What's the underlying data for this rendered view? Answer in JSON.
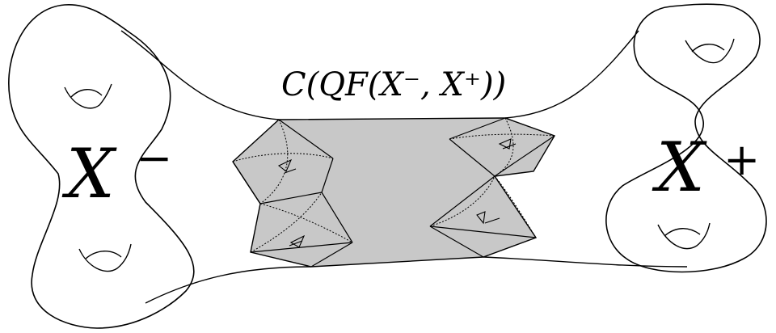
{
  "diagram": {
    "left_surface_label": "X",
    "left_surface_sup": "−",
    "right_surface_label": "X",
    "right_surface_sup": "+",
    "core_label": "C(QF(X⁻, X⁺))",
    "colors": {
      "stroke": "#000000",
      "core_fill": "#c8c8c8",
      "background": "#ffffff"
    }
  }
}
